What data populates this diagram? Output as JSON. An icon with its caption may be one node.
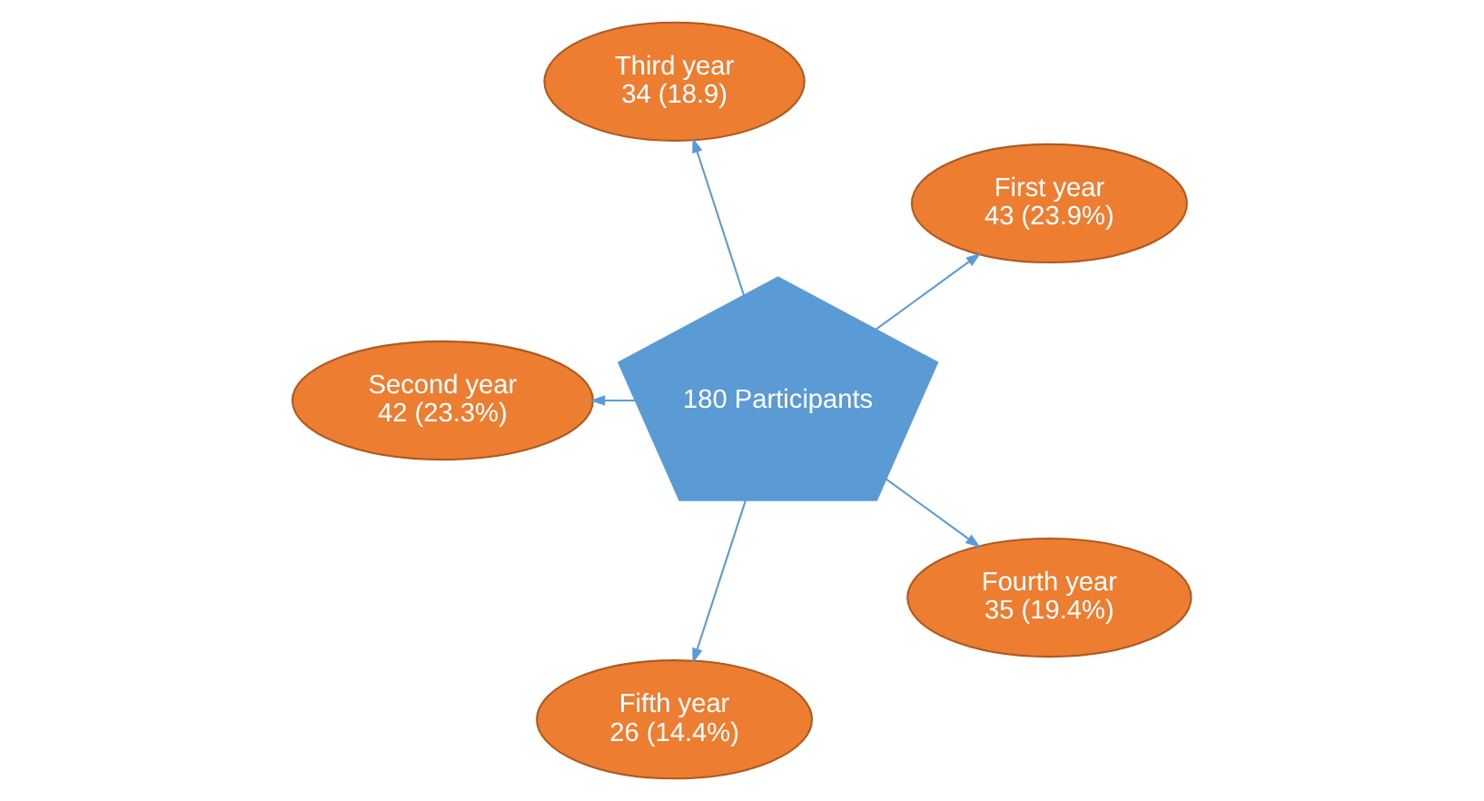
{
  "diagram": {
    "nodes": [
      {
        "text": [
          "First year",
          "43 (23.9%)"
        ]
      },
      {
        "text": [
          "Third year",
          "34 (18.9)"
        ]
      },
      {
        "text": [
          "180 Participants"
        ]
      },
      {
        "text": [
          "Second year",
          "42 (23.3%)"
        ]
      },
      {
        "text": [
          "Fifth year",
          "26 (14.4%)"
        ]
      },
      {
        "text": [
          "Fourth year",
          "35 (19.4%)"
        ]
      }
    ],
    "edges": [
      {
        "from": 2,
        "to": 0,
        "arrow": "to"
      },
      {
        "from": 2,
        "to": 1,
        "arrow": "to"
      },
      {
        "from": 2,
        "to": 3,
        "arrow": "to"
      },
      {
        "from": 2,
        "to": 4,
        "arrow": "to"
      },
      {
        "from": 2,
        "to": 5,
        "arrow": "to"
      }
    ]
  }
}
